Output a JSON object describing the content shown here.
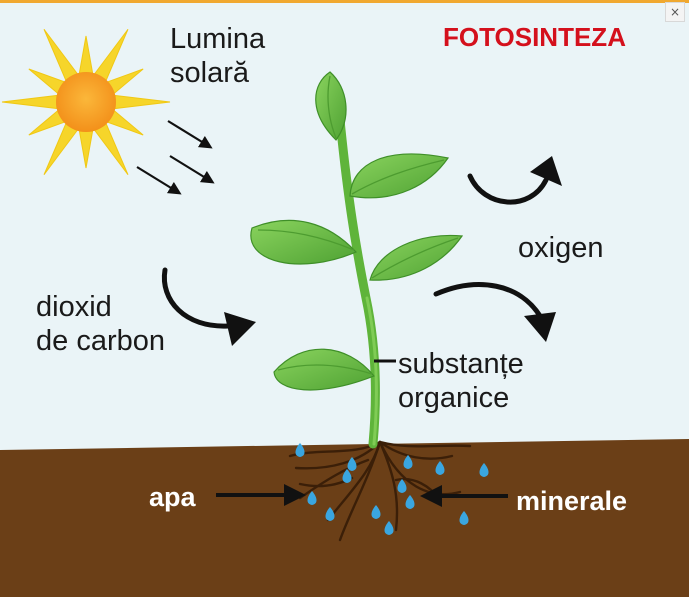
{
  "diagram": {
    "title": "FOTOSINTEZA",
    "sun_label": [
      "Lumina",
      "solară"
    ],
    "co2_label": [
      "dioxid",
      "de carbon"
    ],
    "oxygen_label": "oxigen",
    "organic_label": [
      "substanțe",
      "organice"
    ],
    "water_label": "apa",
    "minerals_label": "minerale"
  },
  "window": {
    "close_glyph": "×"
  },
  "colors": {
    "title": "#d4101c",
    "sky": "#eaf4f7",
    "soil": "#6b3f17",
    "sun_rays": "#f4d320",
    "sun_core": "#f49a1a",
    "leaf": "#6cc24a",
    "water_drop": "#3aa6e0"
  },
  "icons": [
    "sun-icon",
    "plant-icon",
    "arrow-icon",
    "water-drop-icon",
    "root-icon",
    "close-icon"
  ]
}
